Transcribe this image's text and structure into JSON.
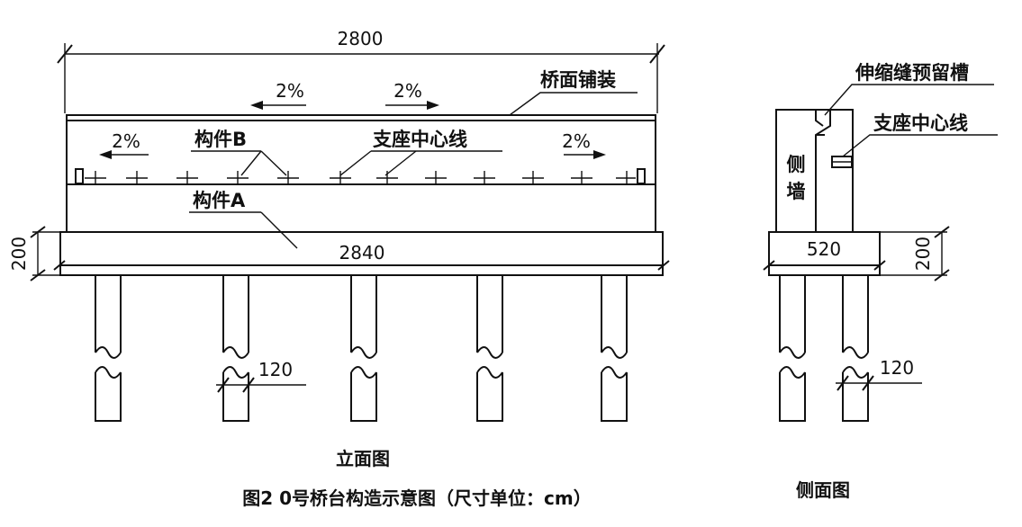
{
  "elevation": {
    "overall_dim": "2800",
    "cap_dim": "2840",
    "cap_height_dim": "200",
    "pile_dim": "120",
    "deck_label": "桥面铺装",
    "slope_upper_left": "2%",
    "slope_upper_right": "2%",
    "slope_lower_left": "2%",
    "slope_lower_right": "2%",
    "member_b_label": "构件B",
    "bearing_label": "支座中心线",
    "member_a_label": "构件A",
    "caption": "立面图"
  },
  "side": {
    "joint_label": "伸缩缝预留槽",
    "bearing_label": "支座中心线",
    "wall_char_1": "侧",
    "wall_char_2": "墙",
    "width_dim": "520",
    "height_dim": "200",
    "pile_dim": "120",
    "caption": "侧面图"
  },
  "figure_caption": "图2 0号桥台构造示意图（尺寸单位：cm）"
}
